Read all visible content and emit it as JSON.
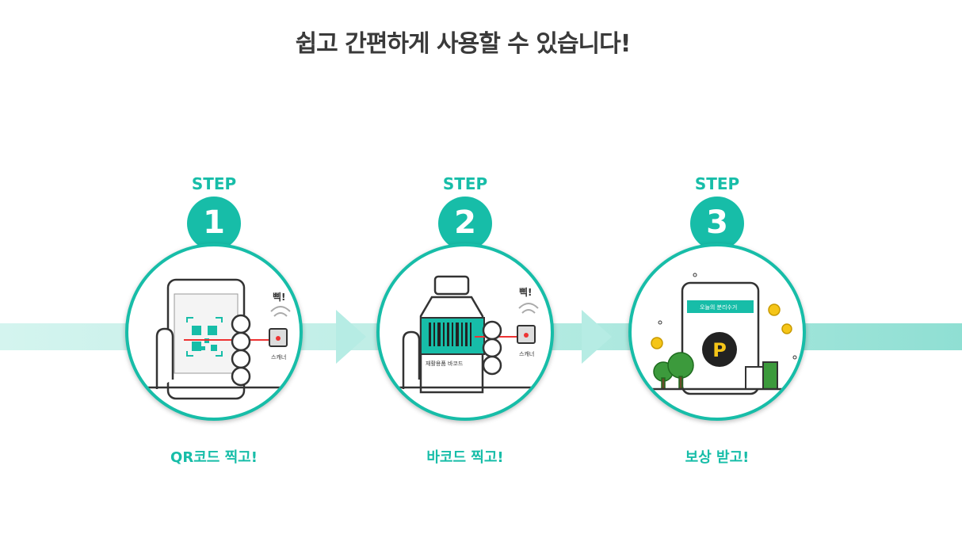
{
  "headline": "쉽고 간편하게 사용할 수 있습니다!",
  "accent_color": "#17bda8",
  "steps": [
    {
      "label": "STEP",
      "number": "1",
      "caption": "QR코드 찍고!",
      "sound": "삑!",
      "scanner_label": "스캐너",
      "icons": [
        "phone-icon",
        "qr-code-icon",
        "hand-icon",
        "scanner-icon",
        "wifi-signal-icon"
      ]
    },
    {
      "label": "STEP",
      "number": "2",
      "caption": "바코드 찍고!",
      "sound": "삑!",
      "scanner_label": "스캐너",
      "barcode_label": "재활용품 바코드",
      "icons": [
        "bottle-icon",
        "barcode-icon",
        "hand-icon",
        "scanner-icon",
        "wifi-signal-icon"
      ]
    },
    {
      "label": "STEP",
      "number": "3",
      "caption": "보상 받고!",
      "app_title": "오늘의 분리수거",
      "point_symbol": "P",
      "icons": [
        "phone-icon",
        "point-coin-icon",
        "tree-icon",
        "milk-carton-icon",
        "coin-icon"
      ]
    }
  ]
}
